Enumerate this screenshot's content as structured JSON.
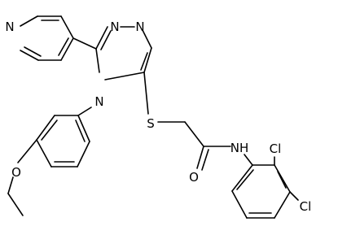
{
  "molecule": {
    "atom_labels": {
      "pyridine_n": "N",
      "triazole_n1": "N",
      "triazole_n2": "N",
      "triazole_n4": "N",
      "sulfur": "S",
      "ether_o": "O",
      "carbonyl_o": "O",
      "amide_nh": "NH",
      "chlorine_2": "Cl",
      "chlorine_3": "Cl"
    },
    "colors": {
      "bond": "#000000",
      "label": "#000000",
      "background": "#ffffff"
    }
  }
}
